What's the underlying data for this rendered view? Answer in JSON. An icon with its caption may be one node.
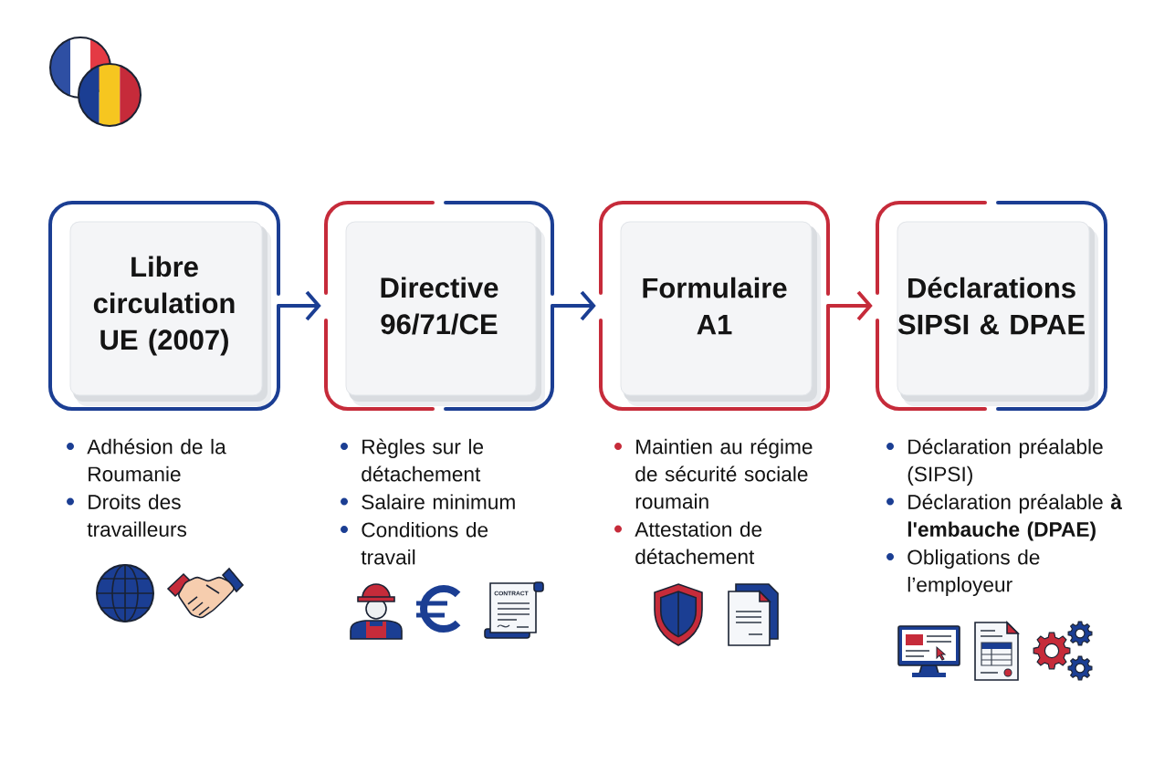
{
  "diagram": {
    "nodes": [
      {
        "text": [
          "Libre circulation UE (2007)"
        ],
        "beside": [
          "Adhésion de la Roumanie",
          "Droits des travailleurs"
        ]
      },
      {
        "text": [
          "Directive 96/71/CE"
        ],
        "beside": [
          "Règles sur le détachement",
          "Salaire minimum",
          "Conditions de travail"
        ]
      },
      {
        "text": [
          "Formulaire A1"
        ],
        "beside": [
          "Maintien au régime de sécurité sociale roumain",
          "Attestation de détachement"
        ]
      },
      {
        "text": [
          "Déclarations SIPSI & DPAE"
        ],
        "beside": [
          "Déclaration préalable (SIPSI)",
          "Déclaration préalable **à l'embauche (DPAE)**",
          "Obligations de l’employeur"
        ]
      }
    ],
    "edges": [
      {
        "from": 0,
        "to": 1,
        "arrow": "to"
      },
      {
        "from": 1,
        "to": 2,
        "arrow": "to"
      },
      {
        "from": 2,
        "to": 3,
        "arrow": "to",
        "color": "#c62b3a"
      }
    ],
    "labels": [
      "CONTRACT"
    ]
  }
}
